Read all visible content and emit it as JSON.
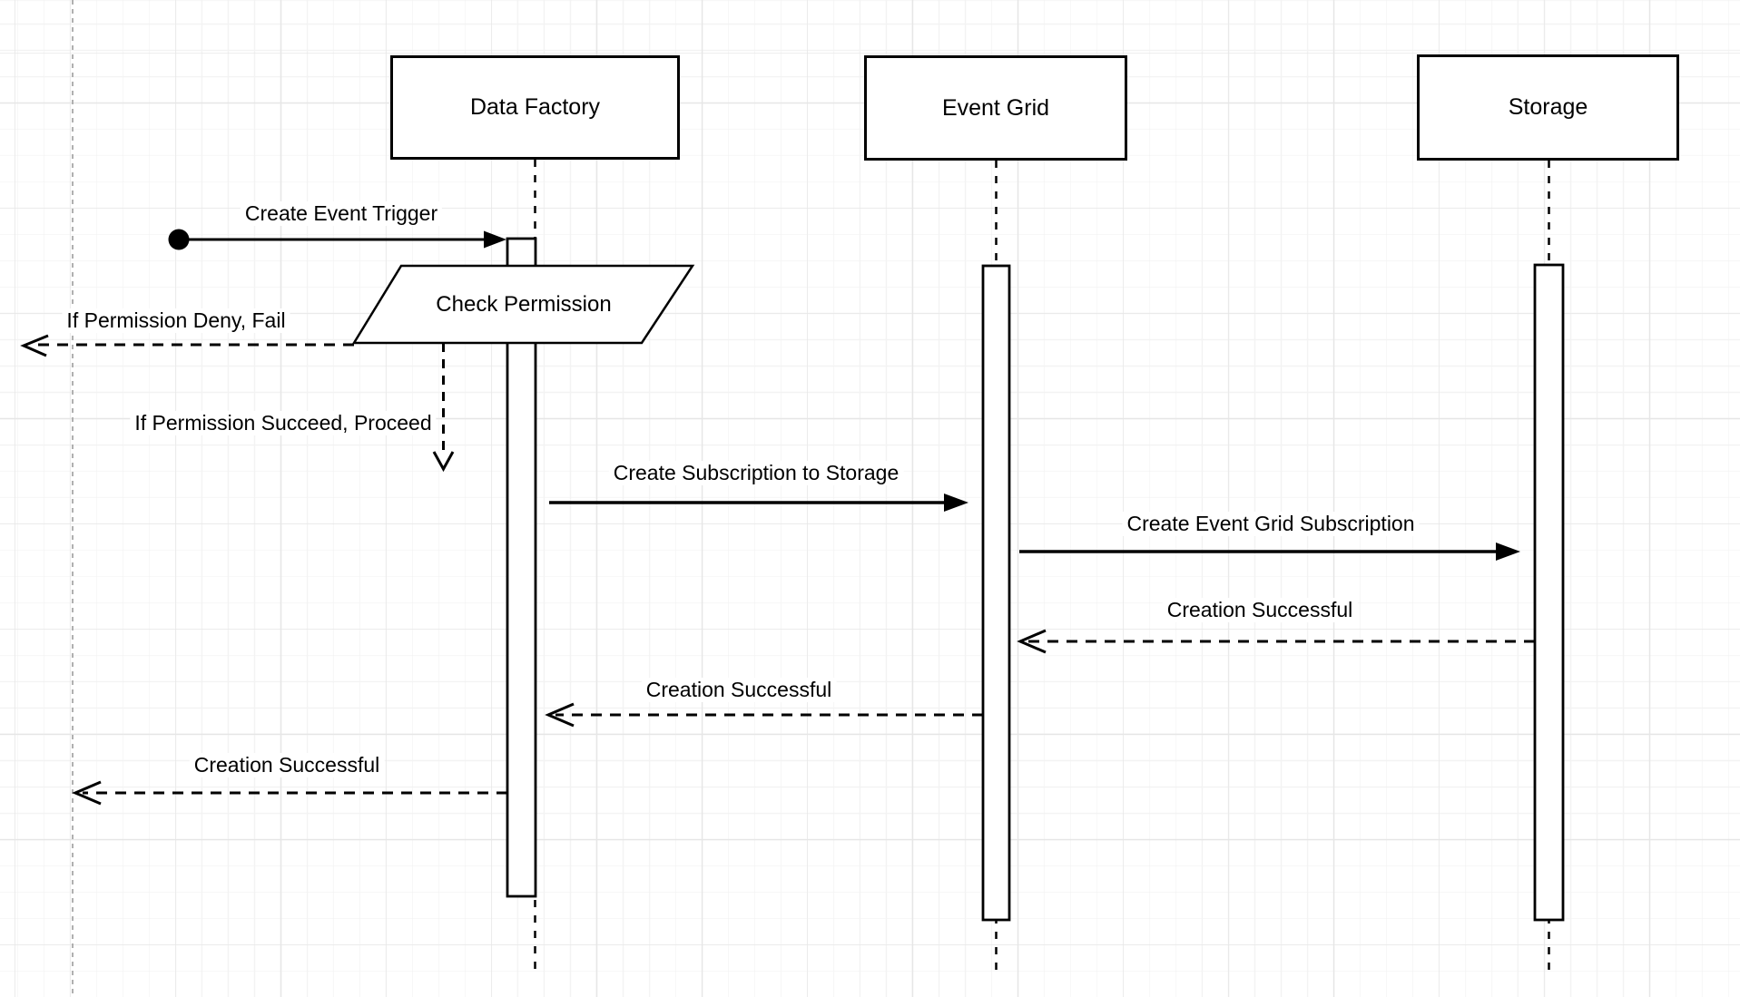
{
  "diagram": {
    "type": "uml-sequence",
    "actors": [
      {
        "id": "data-factory",
        "label": "Data Factory"
      },
      {
        "id": "event-grid",
        "label": "Event Grid"
      },
      {
        "id": "storage",
        "label": "Storage"
      }
    ],
    "messages": {
      "create_event_trigger": "Create Event Trigger",
      "check_permission": "Check Permission",
      "permission_deny": "If Permission Deny, Fail",
      "permission_succeed": "If Permission Succeed, Proceed",
      "create_subscription_to_storage": "Create Subscription to Storage",
      "create_event_grid_subscription": "Create Event Grid Subscription",
      "creation_successful_storage_to_eventgrid": "Creation Successful",
      "creation_successful_eventgrid_to_datafactory": "Creation Successful",
      "creation_successful_datafactory_to_caller": "Creation Successful"
    },
    "colors": {
      "stroke": "#000000",
      "shape_fill": "#ffffff",
      "grid_minor": "#f3f3f3",
      "grid_major": "#e6e6e6",
      "page_boundary": "#b0b0b0"
    }
  }
}
